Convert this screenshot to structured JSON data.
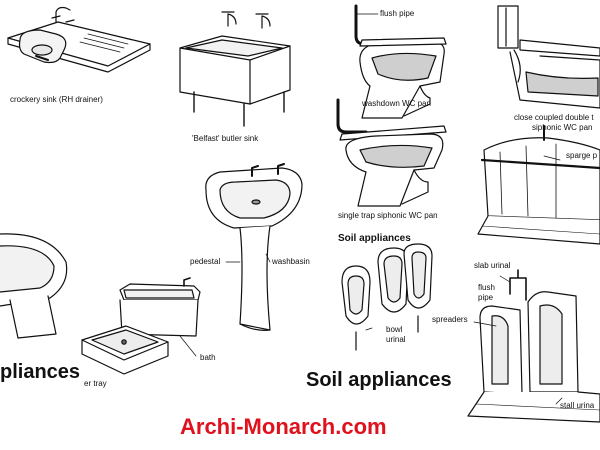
{
  "labels": {
    "crockery_sink": "crockery sink (RH drainer)",
    "belfast_sink": "'Belfast' butler sink",
    "flush_pipe_top": "flush pipe",
    "washdown_wc": "washdown WC pan",
    "close_coupled_line1": "close coupled double t",
    "close_coupled_line2": "siphonic WC pan",
    "sparge_pipe": "sparge p",
    "single_trap_wc": "single trap siphonic WC pan",
    "pedestal": "pedestal",
    "washbasin": "washbasin",
    "soil_appliances_small": "Soil appliances",
    "slab_urinal": "slab urinal",
    "flush_pipe_line1": "flush",
    "flush_pipe_line2": "pipe",
    "spreaders": "spreaders",
    "bowl_urinal_line1": "bowl",
    "bowl_urinal_line2": "urinal",
    "appliances_partial": "pliances",
    "bath": "bath",
    "shower_tray_partial": "er tray",
    "soil_appliances_large": "Soil appliances",
    "stall_urinal": "stall urina"
  },
  "watermark": {
    "text": "Archi-Monarch.com",
    "color": "#e0111d"
  },
  "colors": {
    "line": "#111111",
    "fill": "#ffffff",
    "shade": "#bdbdbd",
    "water": "#cfcfcf"
  }
}
